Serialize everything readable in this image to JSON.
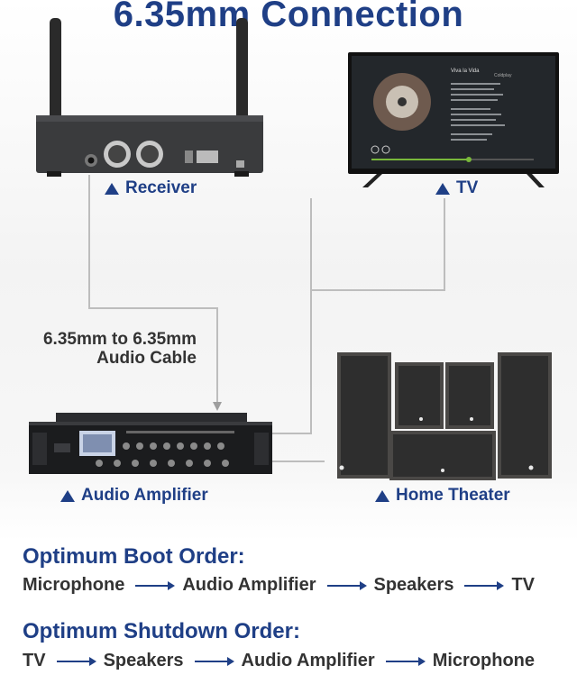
{
  "title": "6.35mm Connection",
  "devices": {
    "receiver": "Receiver",
    "tv": "TV",
    "amplifier": "Audio Amplifier",
    "home_theater": "Home Theater"
  },
  "cable": {
    "line1": "6.35mm to 6.35mm",
    "line2": "Audio Cable"
  },
  "tv_screen": {
    "song_title": "Viva la Vida",
    "song_meta": "Coldplay"
  },
  "boot_order": {
    "title": "Optimum Boot Order:",
    "steps": [
      "Microphone",
      "Audio Amplifier",
      "Speakers",
      "TV"
    ]
  },
  "shutdown_order": {
    "title": "Optimum Shutdown Order:",
    "steps": [
      "TV",
      "Speakers",
      "Audio Amplifier",
      "Microphone"
    ]
  },
  "colors": {
    "accent": "#1f3f86",
    "cable": "#bdbdbd",
    "text": "#333333"
  }
}
